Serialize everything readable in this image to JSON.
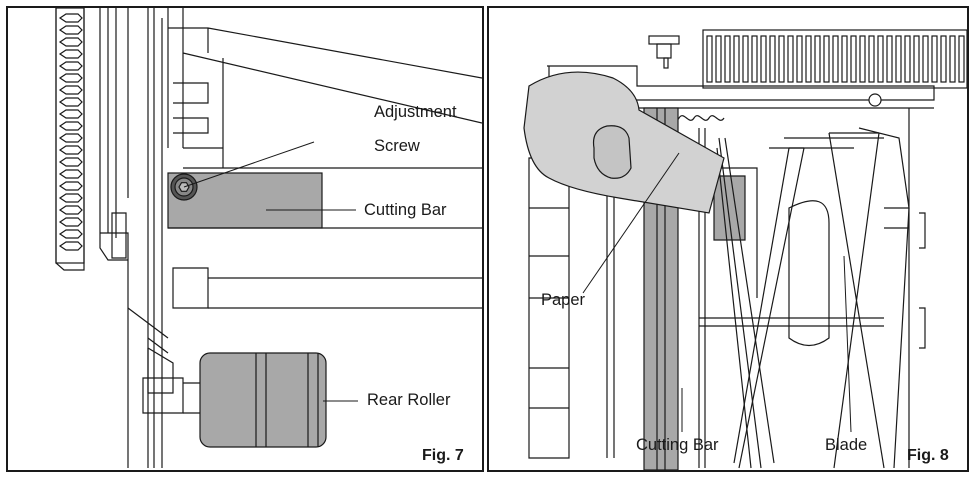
{
  "figures": [
    {
      "caption": "Fig. 7",
      "callouts": {
        "adjustment_screw_line1": "Adjustment",
        "adjustment_screw_line2": "Screw",
        "cutting_bar": "Cutting Bar",
        "rear_roller": "Rear Roller"
      }
    },
    {
      "caption": "Fig. 8",
      "callouts": {
        "paper": "Paper",
        "cutting_bar": "Cutting Bar",
        "blade": "Blade"
      }
    }
  ],
  "colors": {
    "line": "#1a1a1a",
    "part_fill": "#a8a8a8",
    "hand_fill": "#d2d2d2",
    "background": "#ffffff"
  }
}
